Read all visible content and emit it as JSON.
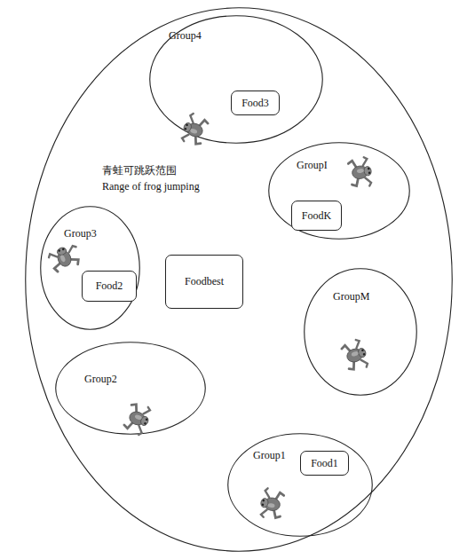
{
  "diagram": {
    "nodes": [
      {
        "text": [
          "青蛙可跳跃范围",
          "Range of frog jumping"
        ]
      },
      {
        "text": [
          "Group4"
        ],
        "in": 0
      },
      {
        "text": [
          "Food3"
        ],
        "in": 1
      },
      {
        "text": [
          "GroupI"
        ],
        "in": 0
      },
      {
        "text": [
          "FoodK"
        ],
        "in": 3
      },
      {
        "text": [
          "Group3"
        ],
        "in": 0
      },
      {
        "text": [
          "Food2"
        ],
        "in": 5
      },
      {
        "text": [
          "Foodbest"
        ],
        "in": 0
      },
      {
        "text": [
          "GroupM"
        ],
        "in": 0
      },
      {
        "text": [
          "Group2"
        ],
        "in": 0
      },
      {
        "text": [
          "Group1"
        ],
        "in": 0
      },
      {
        "text": [
          "Food1"
        ],
        "in": 10
      }
    ]
  }
}
